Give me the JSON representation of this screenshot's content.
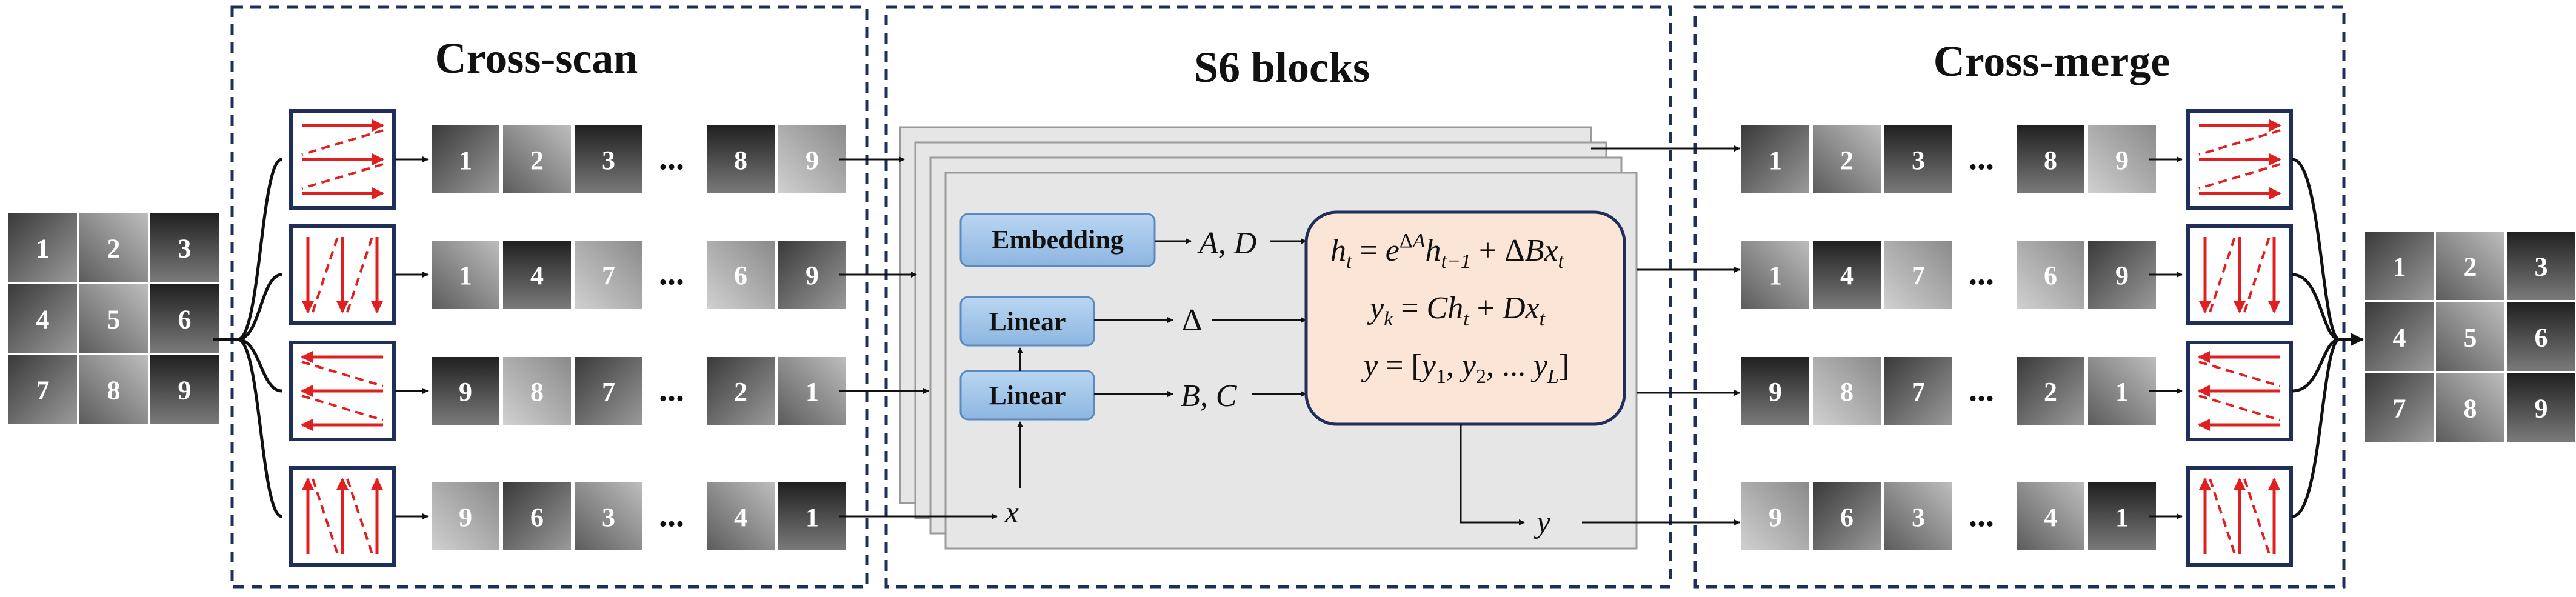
{
  "sections": {
    "cross_scan": "Cross-scan",
    "s6_blocks": "S6 blocks",
    "cross_merge": "Cross-merge"
  },
  "input_grid": [
    "1",
    "2",
    "3",
    "4",
    "5",
    "6",
    "7",
    "8",
    "9"
  ],
  "output_grid": [
    "1",
    "2",
    "3",
    "4",
    "5",
    "6",
    "7",
    "8",
    "9"
  ],
  "scan_rows": [
    {
      "pattern": "row-wise",
      "tiles": [
        "1",
        "2",
        "3"
      ],
      "ellipsis": "...",
      "tail": [
        "8",
        "9"
      ]
    },
    {
      "pattern": "column-wise",
      "tiles": [
        "1",
        "4",
        "7"
      ],
      "ellipsis": "...",
      "tail": [
        "6",
        "9"
      ]
    },
    {
      "pattern": "row-wise reversed",
      "tiles": [
        "9",
        "8",
        "7"
      ],
      "ellipsis": "...",
      "tail": [
        "2",
        "1"
      ]
    },
    {
      "pattern": "column-wise reversed",
      "tiles": [
        "9",
        "6",
        "3"
      ],
      "ellipsis": "...",
      "tail": [
        "4",
        "1"
      ]
    }
  ],
  "s6": {
    "embedding": "Embedding",
    "linear_top": "Linear",
    "linear_bottom": "Linear",
    "out_embedding": "A, D",
    "out_delta": "Δ",
    "out_bc": "B, C",
    "input_x": "x",
    "output_y": "y",
    "eq1": "h_t = e^{ΔA} h_{t−1} + ΔB x_t",
    "eq2": "y_k = C h_t + D x_t",
    "eq3": "y = [y_1, y_2, ... y_L]"
  },
  "colors": {
    "frame_dash": "#1f2f5a",
    "arrow_red": "#e02020",
    "box_blue": "#9dc3e6",
    "eq_fill": "#fbe5d6",
    "eq_stroke": "#1f2f5a",
    "stack_fill": "#e6e6e6"
  }
}
